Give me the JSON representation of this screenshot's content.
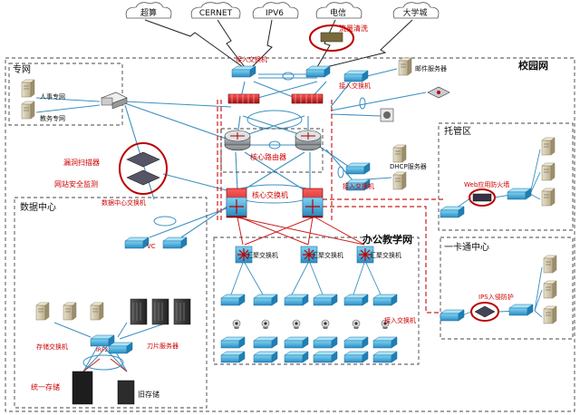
{
  "clouds": [
    "超算",
    "CERNET",
    "IPV6",
    "电信",
    "大学城"
  ],
  "labels": {
    "campus_net": "校园网",
    "private_net": "专网",
    "hr_net": "人事专网",
    "edu_net": "教务专网",
    "access_sw_top": "接入交换机",
    "access_sw_right": "接入交换机",
    "access_sw_dhcp": "接入交换机",
    "access_sw_office": "接入交换机",
    "traffic_clean": "流量清洗",
    "mail_server": "邮件服务器",
    "core_router": "核心路由器",
    "core_switch": "核心交换机",
    "dhcp_server": "DHCP服务器",
    "vuln_scanner": "漏洞扫描器",
    "net_monitor": "网站安全监测",
    "dc_switch": "数据中心交换机",
    "data_center": "数据中心",
    "vc": "VC",
    "storage_switch": "存储交换机",
    "blade_server": "刀片服务器",
    "unified_storage": "统一存储",
    "old_storage": "旧存储",
    "hosting": "托管区",
    "waf": "Web应用防火墙",
    "office_net": "办公教学网",
    "agg_sw_1": "汇聚交换机",
    "agg_sw_2": "汇聚交换机",
    "agg_sw_3": "汇聚交换机",
    "card_center": "一卡通中心",
    "ips": "IPS入侵防护",
    "irf": "IRF2"
  }
}
